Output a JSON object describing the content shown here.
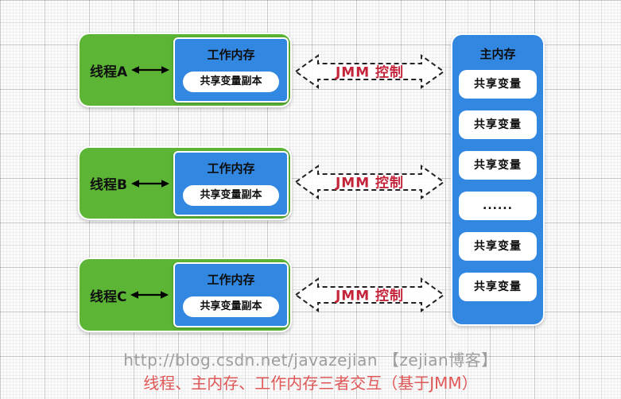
{
  "colors": {
    "thread_green": "#5CB535",
    "memory_blue": "#3287E1",
    "jmm_red": "#C4243A",
    "subtitle_red": "#E05757",
    "url_gray": "#9E9E9E"
  },
  "threads": [
    {
      "label": "线程A",
      "working_memory_title": "工作内存",
      "shared_copy_label": "共享变量副本",
      "jmm_label": "JMM 控制"
    },
    {
      "label": "线程B",
      "working_memory_title": "工作内存",
      "shared_copy_label": "共享变量副本",
      "jmm_label": "JMM 控制"
    },
    {
      "label": "线程C",
      "working_memory_title": "工作内存",
      "shared_copy_label": "共享变量副本",
      "jmm_label": "JMM 控制"
    }
  ],
  "main_memory": {
    "title": "主内存",
    "slots": [
      "共享变量",
      "共享变量",
      "共享变量",
      "......",
      "共享变量",
      "共享变量"
    ]
  },
  "captions": {
    "url": "http://blog.csdn.net/javazejian 【zejian博客】",
    "subtitle": "线程、主内存、工作内存三者交互（基于JMM）"
  }
}
